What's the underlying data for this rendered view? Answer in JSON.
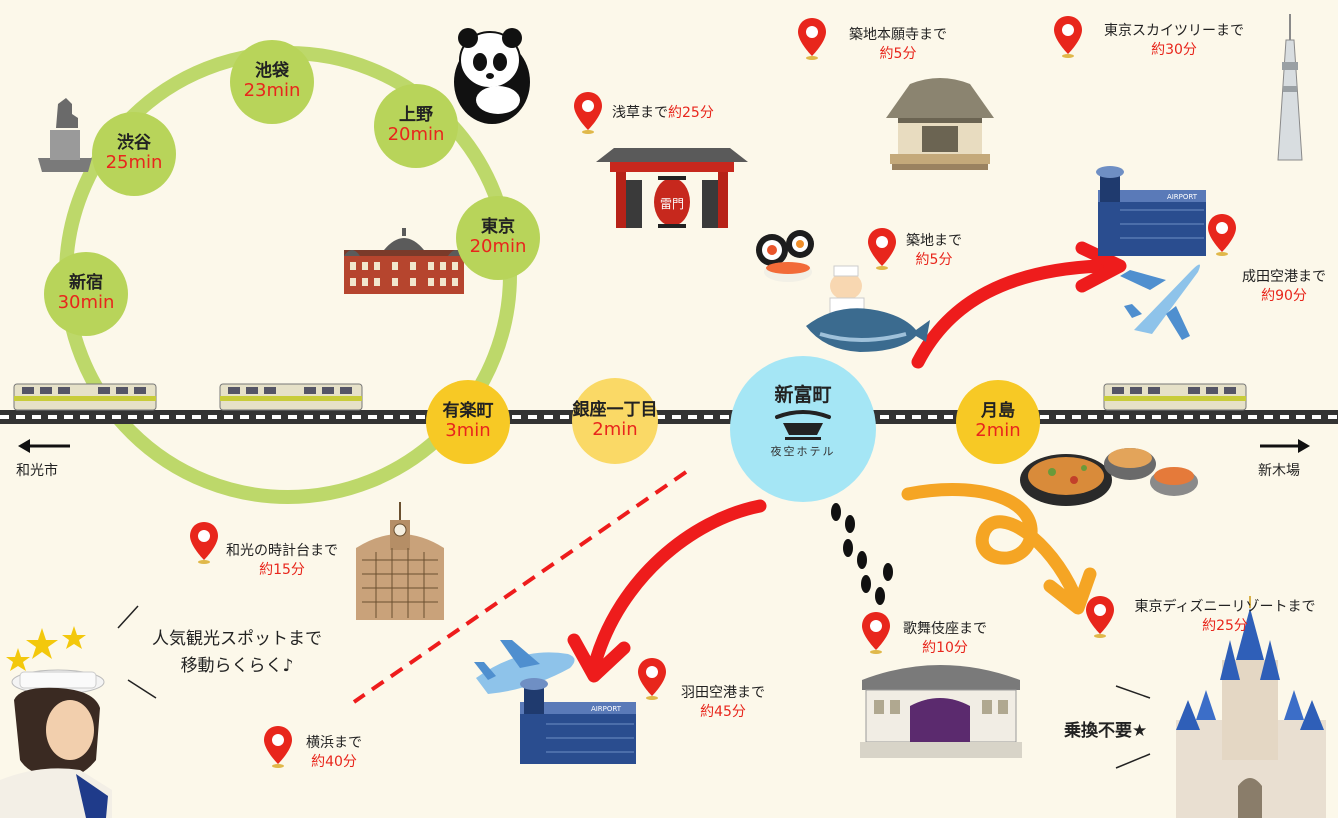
{
  "hub": {
    "name": "新富町",
    "logo_text": "夜空ホテル"
  },
  "loop_stations": [
    {
      "name": "池袋",
      "time": "23min"
    },
    {
      "name": "上野",
      "time": "20min"
    },
    {
      "name": "渋谷",
      "time": "25min"
    },
    {
      "name": "東京",
      "time": "20min"
    },
    {
      "name": "新宿",
      "time": "30min"
    }
  ],
  "line_stations": [
    {
      "name": "有楽町",
      "time": "3min"
    },
    {
      "name": "銀座一丁目",
      "time": "2min"
    },
    {
      "name": "月島",
      "time": "2min"
    }
  ],
  "directions": {
    "west": "和光市",
    "east": "新木場"
  },
  "spots": {
    "asakusa": {
      "name": "浅草まで",
      "time": "約25分"
    },
    "tsukiji_hongwanji": {
      "name": "築地本願寺まで",
      "time": "約5分"
    },
    "skytree": {
      "name": "東京スカイツリーまで",
      "time": "約30分"
    },
    "tsukiji": {
      "name": "築地まで",
      "time": "約5分"
    },
    "narita": {
      "name": "成田空港まで",
      "time": "約90分"
    },
    "wako_clock": {
      "name": "和光の時計台まで",
      "time": "約15分"
    },
    "haneda": {
      "name": "羽田空港まで",
      "time": "約45分"
    },
    "yokohama": {
      "name": "横浜まで",
      "time": "約40分"
    },
    "kabukiza": {
      "name": "歌舞伎座まで",
      "time": "約10分"
    },
    "disney": {
      "name": "東京ディズニーリゾートまで",
      "time": "約25分"
    }
  },
  "tagline": {
    "line1": "人気観光スポットまで",
    "line2": "移動らくらく♪"
  },
  "no_transfer": "乗換不要★",
  "building_signs": {
    "airport": "AIRPORT",
    "gate": "雷門"
  },
  "colors": {
    "background": "#fcf8ea",
    "loop": "#bdd86a",
    "rail": "#333333",
    "arrow_red": "#ee1c1c",
    "arrow_orange": "#f5a524",
    "pin": "#e8261c",
    "hub": "#a5e6f5",
    "time_text": "#e8261c"
  }
}
